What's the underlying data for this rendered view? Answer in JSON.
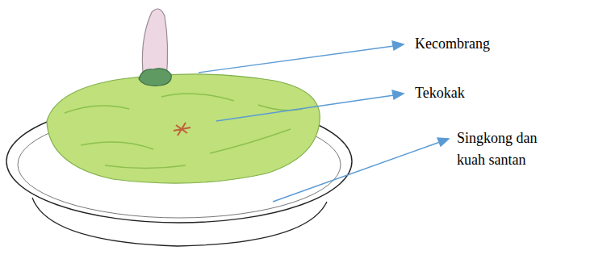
{
  "diagram": {
    "labels": [
      "Kecombrang",
      "Tekokak",
      "Singkong dan kuah santan"
    ]
  }
}
